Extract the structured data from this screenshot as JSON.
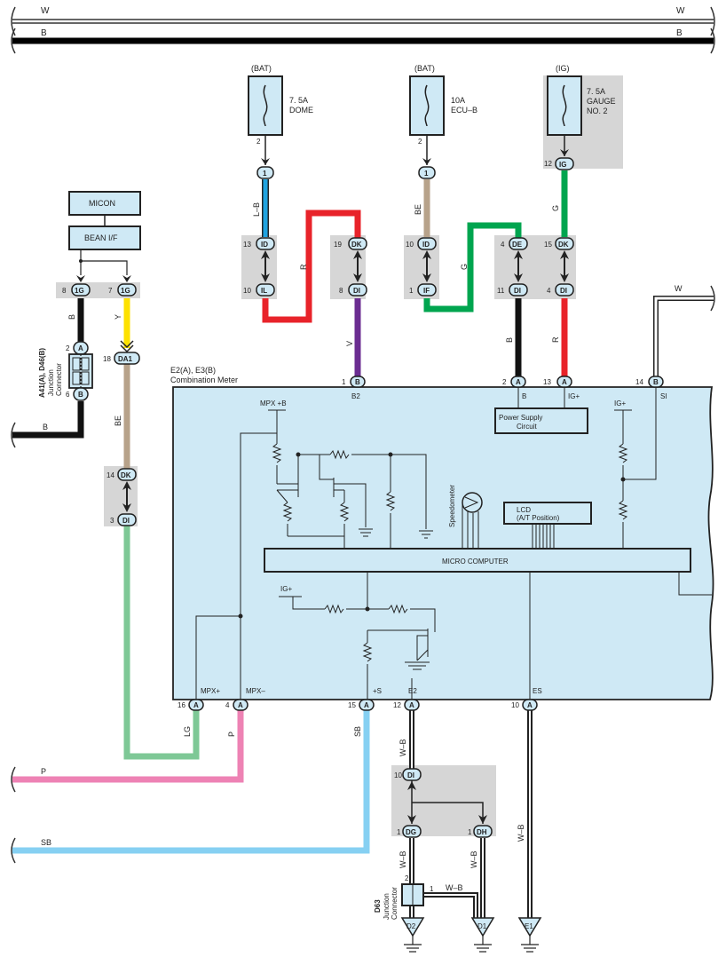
{
  "bus": {
    "w_left": "W",
    "w_right": "W",
    "b_left": "B",
    "b_right": "B"
  },
  "fuses": {
    "dome": {
      "source": "(BAT)",
      "rating": "7. 5A",
      "name": "DOME",
      "pin": "2",
      "terminal": "1"
    },
    "ecub": {
      "source": "(BAT)",
      "rating": "10A",
      "name": "ECU–B",
      "pin": "2",
      "terminal": "1"
    },
    "gauge": {
      "source": "(IG)",
      "rating": "7. 5A",
      "name1": "GAUGE",
      "name2": "NO. 2",
      "pin": "12",
      "terminal": "IG"
    }
  },
  "left_modules": {
    "micon": "MICON",
    "bean": "BEAN I/F"
  },
  "connectors": {
    "id_a": "ID",
    "id_a_pin": "13",
    "il": "IL",
    "il_pin": "10",
    "dk_a": "DK",
    "dk_a_pin": "19",
    "di_a": "DI",
    "di_a_pin": "8",
    "id_b": "ID",
    "id_b_pin": "10",
    "if": "IF",
    "if_pin": "1",
    "de": "DE",
    "de_pin": "4",
    "di_b": "DI",
    "di_b_pin": "11",
    "dk_b": "DK",
    "dk_b_pin": "15",
    "di_c": "DI",
    "di_c_pin": "4",
    "g1_8": "1G",
    "g1_8_pin": "8",
    "g1_7": "1G",
    "g1_7_pin": "7",
    "da1": "DA1",
    "da1_pin": "18",
    "dk_c": "DK",
    "dk_c_pin": "14",
    "di_d": "DI",
    "di_d_pin": "3",
    "di_e": "DI",
    "di_e_pin": "10",
    "dg": "DG",
    "dg_pin": "1",
    "dh": "DH",
    "dh_pin": "1",
    "jc_a": "A",
    "jc_a_pin": "2",
    "jc_b": "B",
    "jc_b_pin": "6"
  },
  "wire_colors": {
    "lb": "L–B",
    "r1": "R",
    "v": "V",
    "be1": "BE",
    "g1": "G",
    "g2": "G",
    "b1": "B",
    "r2": "R",
    "w1": "W",
    "b2": "B",
    "y": "Y",
    "b3": "B",
    "be2": "BE",
    "lg": "LG",
    "p": "P",
    "sb": "SB",
    "wb1": "W–B",
    "wb2": "W–B",
    "wb3": "W–B",
    "wb4": "W–B",
    "wb5": "W–B",
    "p_left": "P",
    "sb_left": "SB"
  },
  "junction_connector": {
    "id": "A41(A), D46(B)",
    "label1": "Junction",
    "label2": "Connector"
  },
  "junction_connector2": {
    "id": "D63",
    "label1": "Junction",
    "label2": "Connector",
    "pin2": "2",
    "pin1": "1"
  },
  "meter": {
    "id": "E2(A), E3(B)",
    "name": "Combination Meter",
    "top_pins": [
      {
        "num": "1",
        "conn": "B",
        "label": "B2"
      },
      {
        "num": "2",
        "conn": "A",
        "label": "B"
      },
      {
        "num": "13",
        "conn": "A",
        "label": "IG+"
      },
      {
        "num": "14",
        "conn": "B",
        "label": "SI"
      }
    ],
    "bottom_pins": [
      {
        "num": "16",
        "conn": "A",
        "label": "MPX+"
      },
      {
        "num": "4",
        "conn": "A",
        "label": "MPX–"
      },
      {
        "num": "15",
        "conn": "A",
        "label": "+S"
      },
      {
        "num": "12",
        "conn": "A",
        "label": "E2"
      },
      {
        "num": "10",
        "conn": "A",
        "label": "ES"
      }
    ],
    "power_supply1": "Power Supply",
    "power_supply2": "Circuit",
    "lcd1": "LCD",
    "lcd2": "(A/T Position)",
    "micro": "MICRO COMPUTER",
    "speedometer": "Speedometer",
    "mpxb": "MPX +B",
    "igplus_a": "IG+",
    "igplus_b": "IG+"
  },
  "grounds": {
    "d2": "D2",
    "d1": "D1",
    "e1": "E1"
  }
}
